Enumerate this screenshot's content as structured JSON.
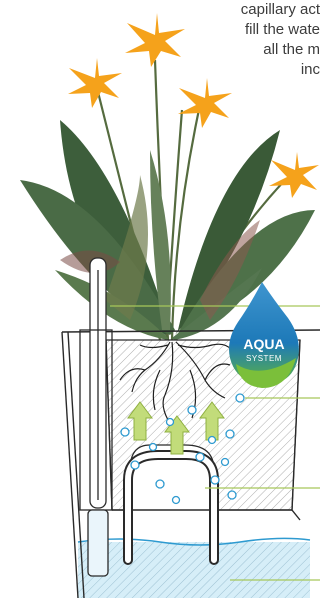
{
  "caption": {
    "lines": [
      "capillary act",
      "fill the wate",
      "all the m",
      "inc"
    ]
  },
  "badge": {
    "brand_top": "AQUA",
    "brand_bottom": "SYSTEM",
    "colors": {
      "blue": "#1d79b8",
      "green": "#7bbf3a"
    }
  },
  "colors": {
    "flower": "#f5a21b",
    "leaf": "#3a5d3a",
    "leader_line": "#a6c85a",
    "water": "#d6eef8",
    "arrow": "#b6d36b",
    "bubble": "#2e9ad0",
    "sketch": "#2a2a2a"
  },
  "icons": [
    "water-droplet-icon",
    "up-arrow-icon",
    "bubble-icon"
  ]
}
